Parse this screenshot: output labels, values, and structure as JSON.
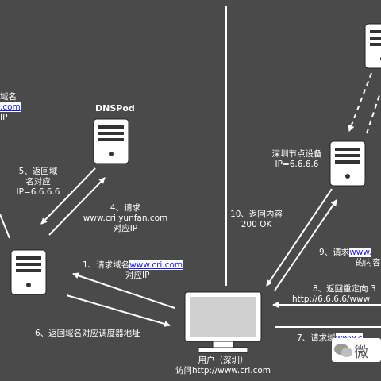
{
  "colors": {
    "background": "#4a4a4a",
    "arrow": "#ffffff",
    "link": "#1a1aff"
  },
  "nodes": {
    "dnspod": {
      "title": "DNSPod",
      "icon": "server-icon"
    },
    "local_dns": {
      "icon": "server-icon"
    },
    "top_server": {
      "icon": "server-icon"
    },
    "shenzhen_node": {
      "title": "深圳节点设备",
      "ip": "IP=6.6.6.6",
      "icon": "server-icon"
    },
    "user": {
      "title": "用户（深圳）",
      "subtitle": "访问http://www.cri.com",
      "icon": "monitor-icon"
    }
  },
  "labels": {
    "top_left": {
      "line1": "域名",
      "line2_link": ".com",
      "line3": "IP"
    },
    "step1": {
      "prefix": "1、请求域名",
      "link": "www.cri.com",
      "line2": "对应IP"
    },
    "step4": {
      "line1": "4、请求",
      "line2": "www.cri.yunfan.com",
      "line3": "对应IP"
    },
    "step5": {
      "line1": "5、返回域",
      "line2": "名对应",
      "line3": "IP=6.6.6.6"
    },
    "step6": {
      "text": "6、返回域名对应调度器地址"
    },
    "step7": {
      "prefix": "7、请求域",
      "link": "www.c"
    },
    "step8": {
      "line1": "8、返回重定向 3",
      "line2": "http://6.6.6.6/www"
    },
    "step9": {
      "prefix": "9、请求",
      "link": "www.",
      "line2": "的内容"
    },
    "step10": {
      "line1": "10、返回内容",
      "line2": "200 OK"
    }
  },
  "watermark": {
    "text": "微",
    "icon": "wechat-icon"
  }
}
